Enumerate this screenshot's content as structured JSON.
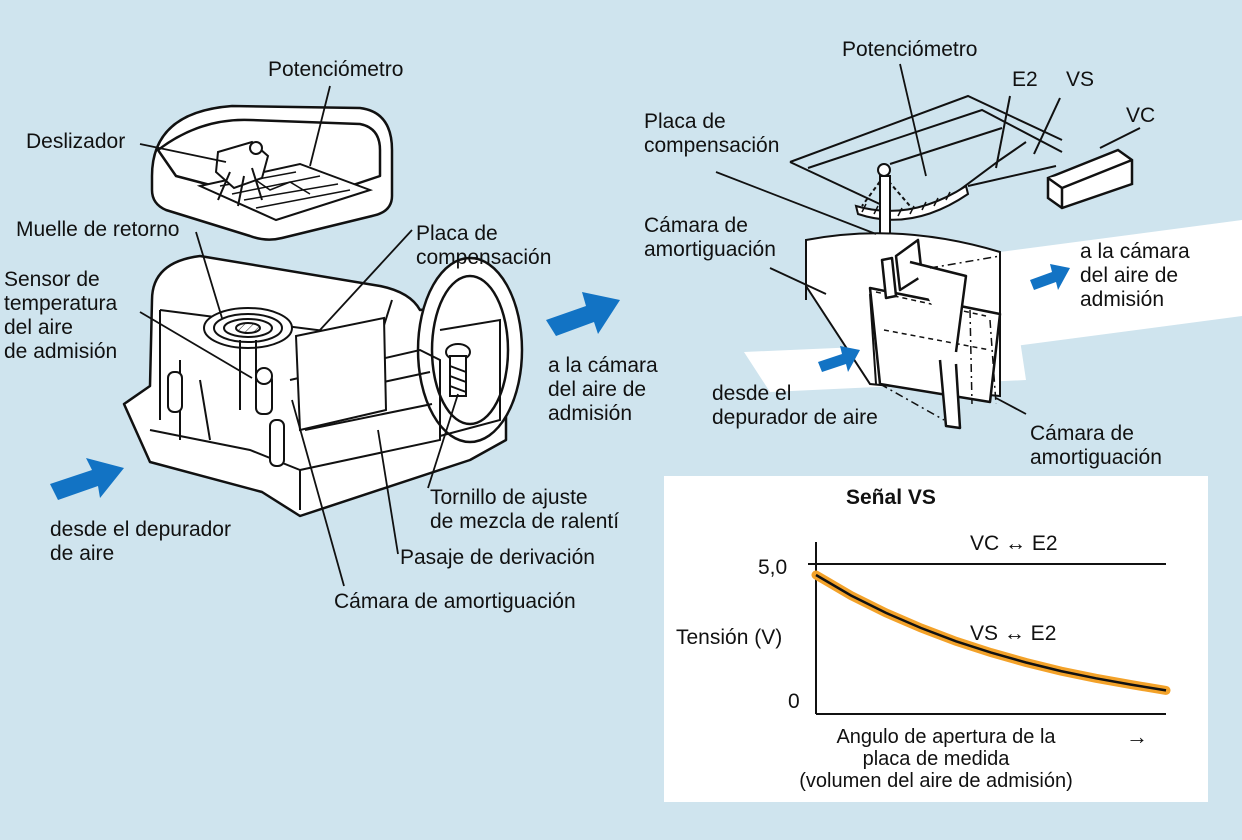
{
  "colors": {
    "background": "#cfe4ee",
    "arrow": "#1273c4",
    "graph_panel": "#ffffff",
    "curve_fill": "#f3a229",
    "curve_line": "#111111"
  },
  "labels": {
    "potenciometro_left": "Potenciómetro",
    "deslizador": "Deslizador",
    "muelle": "Muelle de retorno",
    "placa_comp_left": [
      "Placa de",
      "compensación"
    ],
    "sensor_temp": [
      "Sensor de",
      "temperatura",
      "del aire",
      "de admisión"
    ],
    "a_la_camara_left": [
      "a la cámara",
      "del aire de",
      "admisión"
    ],
    "desde_depurador_left": [
      "desde el depurador",
      "de aire"
    ],
    "tornillo": [
      "Tornillo de ajuste",
      "de mezcla de ralentí"
    ],
    "pasaje": "Pasaje de derivación",
    "camara_left": "Cámara de amortiguación",
    "potenciometro_right": "Potenciómetro",
    "e2": "E2",
    "vs": "VS",
    "vc": "VC",
    "placa_comp_right": [
      "Placa de",
      "compensación"
    ],
    "camara_right_top": [
      "Cámara de",
      "amortiguación"
    ],
    "a_la_camara_right": [
      "a la cámara",
      "del aire de",
      "admisión"
    ],
    "desde_depurador_right": [
      "desde el",
      "depurador de aire"
    ],
    "camara_right_bottom": [
      "Cámara de",
      "amortiguación"
    ]
  },
  "chart_data": {
    "type": "line",
    "title": "Señal VS",
    "ylabel": "Tensión (V)",
    "xlabel": [
      "Angulo de apertura de la",
      "placa de medida",
      "(volumen del aire de admisión)"
    ],
    "xlabel_arrow": "→",
    "yticks": [
      {
        "value": 0,
        "label": "0"
      },
      {
        "value": 5,
        "label": "5,0"
      }
    ],
    "ylim": [
      0,
      5
    ],
    "xlim": [
      0,
      1
    ],
    "series": [
      {
        "name": "VC ↔ E2",
        "x": [
          0,
          1
        ],
        "y": [
          5,
          5
        ]
      },
      {
        "name": "VS ↔ E2",
        "x": [
          0,
          0.1,
          0.2,
          0.3,
          0.4,
          0.5,
          0.6,
          0.7,
          0.8,
          0.9,
          1.0
        ],
        "y": [
          4.6,
          3.86,
          3.23,
          2.68,
          2.2,
          1.79,
          1.43,
          1.12,
          0.86,
          0.63,
          0.42
        ]
      }
    ]
  }
}
